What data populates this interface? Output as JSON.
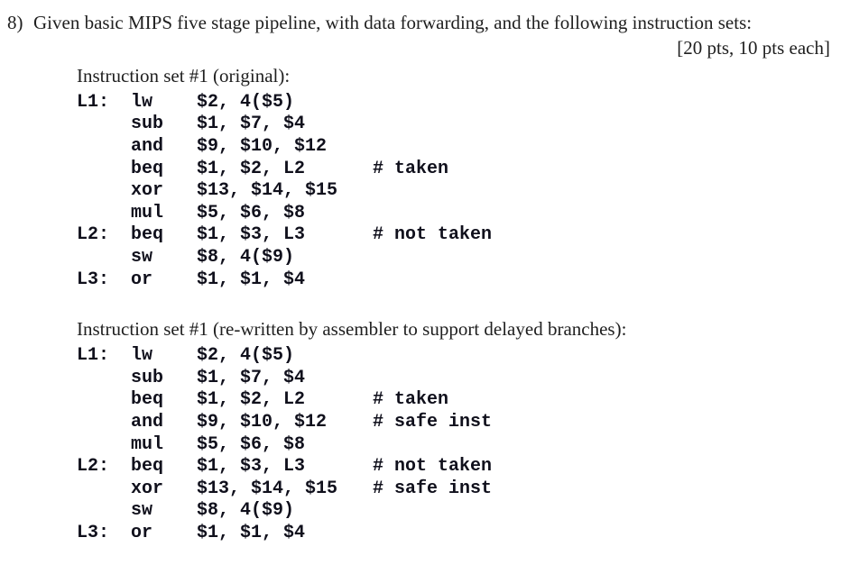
{
  "question": {
    "number": "8)",
    "text": "Given basic MIPS five stage pipeline, with data forwarding, and the following instruction sets:",
    "points": "[20 pts, 10 pts each]"
  },
  "sections": [
    {
      "heading": "Instruction set #1 (original):",
      "lines": [
        {
          "label": "L1:",
          "op": "lw",
          "args": "$2, 4($5)",
          "comment": ""
        },
        {
          "label": "",
          "op": "sub",
          "args": "$1, $7, $4",
          "comment": ""
        },
        {
          "label": "",
          "op": "and",
          "args": "$9, $10, $12",
          "comment": ""
        },
        {
          "label": "",
          "op": "beq",
          "args": "$1, $2, L2",
          "comment": "# taken"
        },
        {
          "label": "",
          "op": "xor",
          "args": "$13, $14, $15",
          "comment": ""
        },
        {
          "label": "",
          "op": "mul",
          "args": "$5, $6, $8",
          "comment": ""
        },
        {
          "label": "L2:",
          "op": "beq",
          "args": "$1, $3, L3",
          "comment": "# not taken"
        },
        {
          "label": "",
          "op": "sw",
          "args": "$8, 4($9)",
          "comment": ""
        },
        {
          "label": "L3:",
          "op": "or",
          "args": "$1, $1, $4",
          "comment": ""
        }
      ]
    },
    {
      "heading": "Instruction set #1 (re-written by assembler to support delayed branches):",
      "lines": [
        {
          "label": "L1:",
          "op": "lw",
          "args": "$2, 4($5)",
          "comment": ""
        },
        {
          "label": "",
          "op": "sub",
          "args": "$1, $7, $4",
          "comment": ""
        },
        {
          "label": "",
          "op": "beq",
          "args": "$1, $2, L2",
          "comment": "# taken"
        },
        {
          "label": "",
          "op": "and",
          "args": "$9, $10, $12",
          "comment": "# safe inst"
        },
        {
          "label": "",
          "op": "mul",
          "args": "$5, $6, $8",
          "comment": ""
        },
        {
          "label": "L2:",
          "op": "beq",
          "args": "$1, $3, L3",
          "comment": "# not taken"
        },
        {
          "label": "",
          "op": "xor",
          "args": "$13, $14, $15",
          "comment": "# safe inst"
        },
        {
          "label": "",
          "op": "sw",
          "args": "$8, 4($9)",
          "comment": ""
        },
        {
          "label": "L3:",
          "op": "or",
          "args": "$1, $1, $4",
          "comment": ""
        }
      ]
    }
  ],
  "colors": {
    "background": "#ffffff",
    "body_text": "#1f1f1f",
    "code_text": "#10101c"
  }
}
